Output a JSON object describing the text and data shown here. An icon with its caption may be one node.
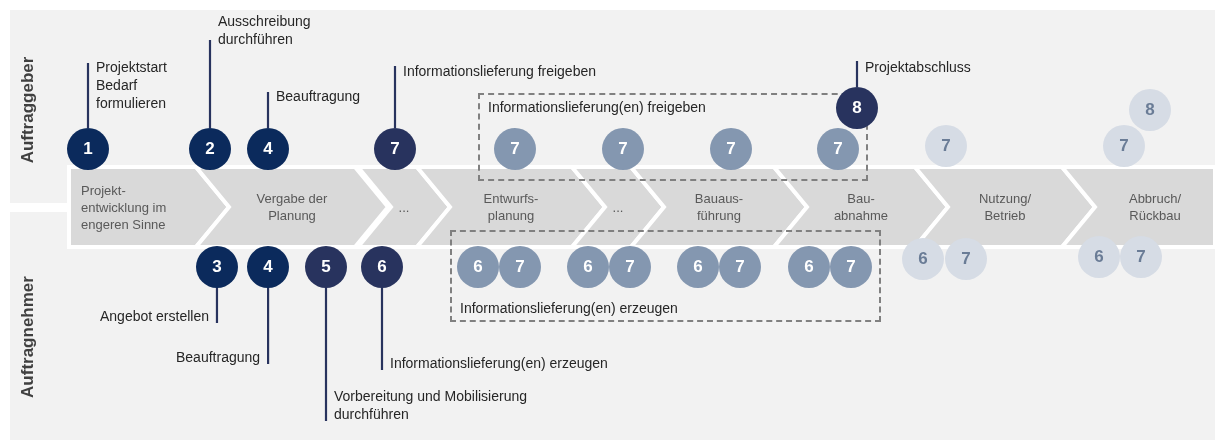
{
  "diagram": {
    "nodes": [
      {
        "text": [
          "Auftraggeber"
        ]
      },
      {
        "text": [
          "Auftragnehmer"
        ]
      },
      {
        "text": [
          "Projekt- entwicklung im engeren Sinne"
        ]
      },
      {
        "text": [
          "Vergabe der Planung"
        ]
      },
      {
        "text": [
          "..."
        ]
      },
      {
        "text": [
          "Entwurfs- planung"
        ]
      },
      {
        "text": [
          "..."
        ]
      },
      {
        "text": [
          "Bauaus- führung"
        ]
      },
      {
        "text": [
          "Bau- abnahme"
        ]
      },
      {
        "text": [
          "Nutzung/ Betrieb"
        ]
      },
      {
        "text": [
          "Abbruch/ Rückbau"
        ]
      },
      {
        "text": [
          "Projektstart Bedarf formulieren"
        ],
        "in": 0
      },
      {
        "text": [
          "Ausschreibung durchführen"
        ],
        "in": 0
      },
      {
        "text": [
          "Beauftragung"
        ],
        "in": 0
      },
      {
        "text": [
          "Informationslieferung freigeben"
        ],
        "in": 0
      },
      {
        "text": [
          "Projektabschluss"
        ],
        "in": 0
      },
      {
        "text": [
          "1"
        ],
        "in": 0
      },
      {
        "text": [
          "2"
        ],
        "in": 0
      },
      {
        "text": [
          "4"
        ],
        "in": 0
      },
      {
        "text": [
          "7"
        ],
        "in": 0
      },
      {
        "text": [
          "Informationslieferung(en) freigeben"
        ],
        "in": 0
      },
      {
        "text": [
          "7"
        ],
        "in": 20
      },
      {
        "text": [
          "7"
        ],
        "in": 20
      },
      {
        "text": [
          "7"
        ],
        "in": 20
      },
      {
        "text": [
          "7"
        ],
        "in": 20
      },
      {
        "text": [
          "8"
        ],
        "in": 0
      },
      {
        "text": [
          "7"
        ],
        "in": 0
      },
      {
        "text": [
          "7"
        ],
        "in": 0
      },
      {
        "text": [
          "8"
        ],
        "in": 0
      },
      {
        "text": [
          "3"
        ],
        "in": 1
      },
      {
        "text": [
          "4"
        ],
        "in": 1
      },
      {
        "text": [
          "5"
        ],
        "in": 1
      },
      {
        "text": [
          "6"
        ],
        "in": 1
      },
      {
        "text": [
          "Informationslieferung(en) erzeugen"
        ],
        "in": 1
      },
      {
        "text": [
          "6"
        ],
        "in": 33
      },
      {
        "text": [
          "7"
        ],
        "in": 33
      },
      {
        "text": [
          "6"
        ],
        "in": 33
      },
      {
        "text": [
          "7"
        ],
        "in": 33
      },
      {
        "text": [
          "6"
        ],
        "in": 33
      },
      {
        "text": [
          "7"
        ],
        "in": 33
      },
      {
        "text": [
          "6"
        ],
        "in": 33
      },
      {
        "text": [
          "7"
        ],
        "in": 33
      },
      {
        "text": [
          "6"
        ],
        "in": 1
      },
      {
        "text": [
          "7"
        ],
        "in": 1
      },
      {
        "text": [
          "6"
        ],
        "in": 1
      },
      {
        "text": [
          "7"
        ],
        "in": 1
      },
      {
        "text": [
          "Angebot erstellen"
        ],
        "in": 1
      },
      {
        "text": [
          "Beauftragung"
        ],
        "in": 1
      },
      {
        "text": [
          "Informationslieferung(en) erzeugen"
        ],
        "in": 1
      },
      {
        "text": [
          "Vorbereitung und Mobilisierung durchführen"
        ],
        "in": 1
      }
    ],
    "edges": [
      {
        "from": 11,
        "to": 16,
        "arrow": "none"
      },
      {
        "from": 12,
        "to": 17,
        "arrow": "none"
      },
      {
        "from": 13,
        "to": 18,
        "arrow": "none"
      },
      {
        "from": 14,
        "to": 19,
        "arrow": "none"
      },
      {
        "from": 15,
        "to": 25,
        "arrow": "none"
      },
      {
        "from": 46,
        "to": 29,
        "arrow": "none"
      },
      {
        "from": 47,
        "to": 30,
        "arrow": "none"
      },
      {
        "from": 49,
        "to": 31,
        "arrow": "none"
      },
      {
        "from": 48,
        "to": 32,
        "arrow": "none"
      }
    ]
  }
}
